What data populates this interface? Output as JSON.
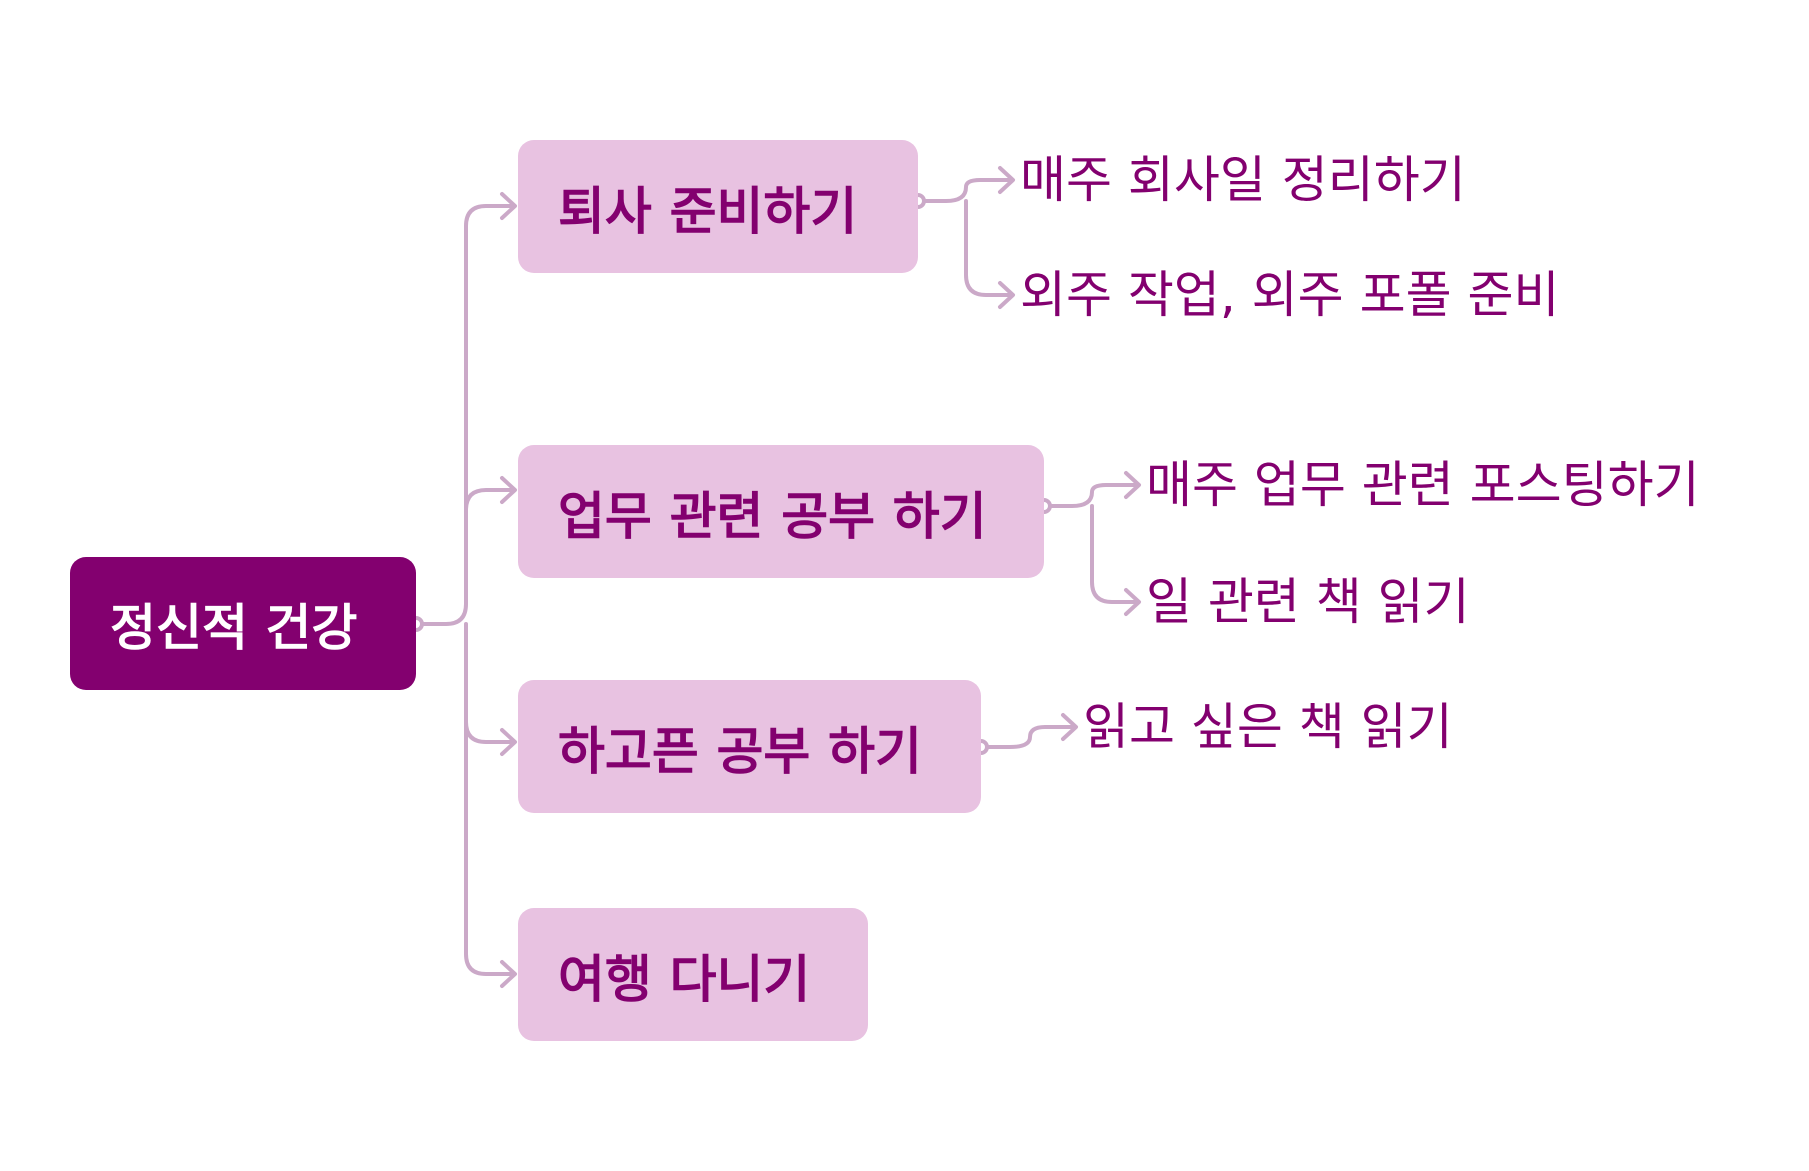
{
  "root": {
    "label": "정신적 건강"
  },
  "branches": [
    {
      "label": "퇴사 준비하기",
      "children": [
        "매주 회사일 정리하기",
        "외주 작업, 외주 포폴 준비"
      ]
    },
    {
      "label": "업무 관련 공부 하기",
      "children": [
        "매주 업무 관련 포스팅하기",
        "일 관련 책 읽기"
      ]
    },
    {
      "label": "하고픈 공부 하기",
      "children": [
        "읽고 싶은 책 읽기"
      ]
    },
    {
      "label": "여행 다니기",
      "children": []
    }
  ],
  "colors": {
    "root_fill": "#83006f",
    "root_text": "#ffffff",
    "branch_fill": "#e8c2e1",
    "text": "#83006f",
    "connector": "#cba9c8"
  }
}
